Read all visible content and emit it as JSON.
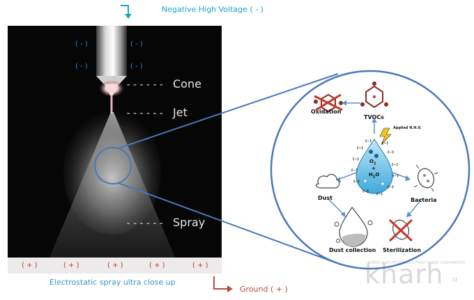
{
  "labels": {
    "negative_high_voltage": "Negative High Voltage ( - )",
    "cone": "Cone",
    "jet": "Jet",
    "spray": "Spray",
    "electrostatic_spray": "Electrostatic spray ultra close up",
    "ground": "Ground ( + )",
    "minus_sign": "( - )",
    "plus_sign": "( + )",
    "dashes": "------"
  },
  "inset": {
    "oxidation": "Oxidation",
    "tvocs": "TVOCs",
    "applied_nhv": "Applied N.H.V.",
    "dust": "Dust",
    "bacteria": "Bacteria",
    "dust_collection": "Dust collection",
    "sterilization": "Sterilization",
    "small_minus": "(−)",
    "o2": "O",
    "o2_sub": "2",
    "plus": "+",
    "h2o": "H",
    "h2o_sub": "2",
    "h2o_tail": "O"
  },
  "watermark": {
    "logo": "kharh",
    "tagline": "KOREA AGRO-FISHERIES & FOOD TRADE CORPORATION",
    "end": "다"
  },
  "colors": {
    "panel_bg": "#060606",
    "strip_bg": "#eceaea",
    "zoom_circle": "#4a78b8",
    "minus_color": "#1e90d6",
    "plus_color": "#c0392b",
    "arrow_hv": "#1aa3c8",
    "arrow_ground": "#b5493a"
  }
}
